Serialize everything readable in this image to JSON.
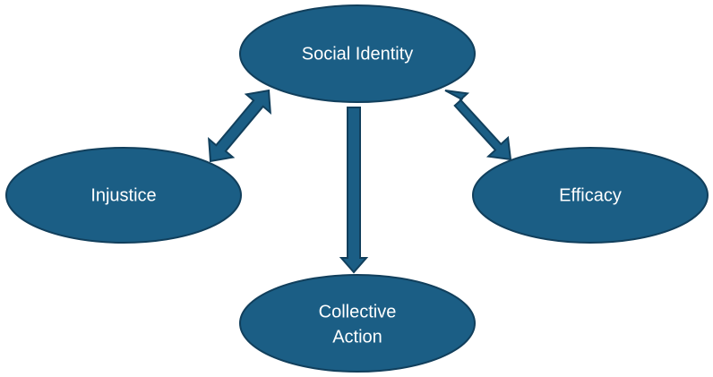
{
  "colors": {
    "node_fill": "#1b5e85",
    "node_stroke": "#113f5c",
    "arrow_fill": "#1b5e85",
    "arrow_stroke": "#113f5c",
    "label": "#ffffff"
  },
  "nodes": {
    "social_identity": {
      "label": "Social Identity"
    },
    "injustice": {
      "label": "Injustice"
    },
    "efficacy": {
      "label": "Efficacy"
    },
    "collective_action": {
      "label_line1": "Collective",
      "label_line2": "Action"
    }
  },
  "edges": [
    {
      "from": "Social Identity",
      "to": "Injustice",
      "direction": "bidirectional"
    },
    {
      "from": "Social Identity",
      "to": "Efficacy",
      "direction": "bidirectional"
    },
    {
      "from": "Social Identity",
      "to": "Collective Action",
      "direction": "one-way"
    }
  ]
}
